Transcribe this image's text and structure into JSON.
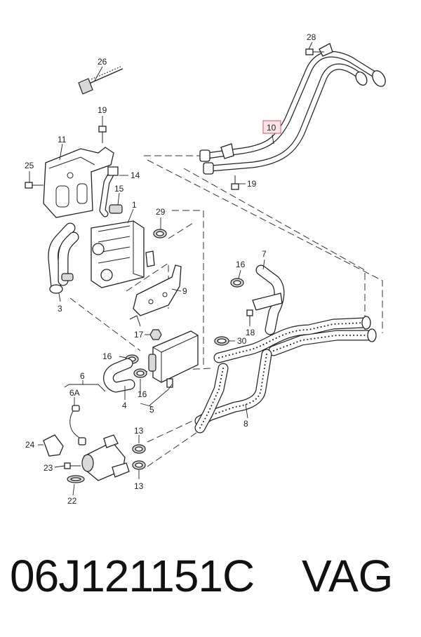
{
  "labels": {
    "n1": "1",
    "n3": "3",
    "n4": "4",
    "n5": "5",
    "n6": "6",
    "n6a": "6A",
    "n7": "7",
    "n8": "8",
    "n9": "9",
    "n10": "10",
    "n11": "11",
    "n13a": "13",
    "n13b": "13",
    "n14": "14",
    "n15": "15",
    "n16a": "16",
    "n16b": "16",
    "n16c": "16",
    "n17": "17",
    "n18": "18",
    "n19a": "19",
    "n19b": "19",
    "n22": "22",
    "n23": "23",
    "n24": "24",
    "n25": "25",
    "n26": "26",
    "n28": "28",
    "n29": "29",
    "n30": "30"
  },
  "highlight_color": "#d9707d",
  "footer": {
    "part_number": "06J121151C",
    "brand": "VAG"
  }
}
